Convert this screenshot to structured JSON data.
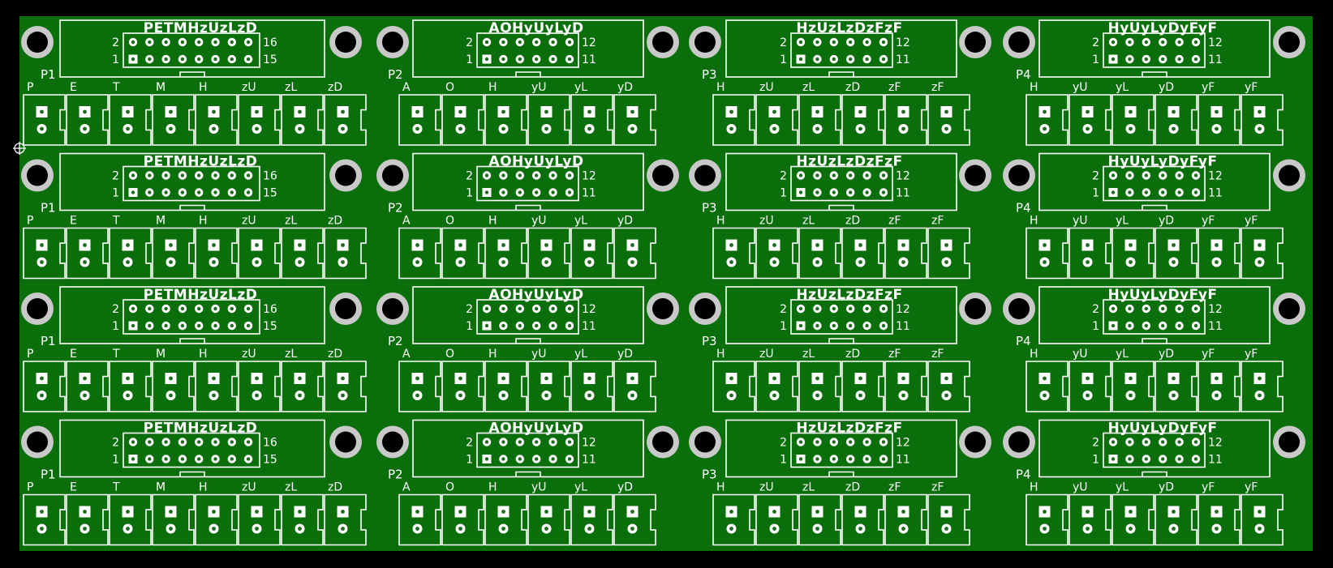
{
  "board": {
    "substrate_color": "#0a6e0a",
    "silkscreen_color": "#ffffff",
    "mount_ring_color": "#c9c9c9",
    "background_color": "#000000",
    "origin_marker_icon": "crosshair-icon",
    "rows": 4
  },
  "columns": [
    {
      "id": "P1",
      "designator": "P1",
      "header_label": "PETMHzUzLzD",
      "pin_count_per_row": 8,
      "pin_label_top_left": "2",
      "pin_label_bottom_left": "1",
      "pin_label_top_right": "16",
      "pin_label_bottom_right": "15",
      "connector_labels": [
        "P",
        "E",
        "T",
        "M",
        "H",
        "zU",
        "zL",
        "zD"
      ]
    },
    {
      "id": "P2",
      "designator": "P2",
      "header_label": "AOHyUyLyD",
      "pin_count_per_row": 6,
      "pin_label_top_left": "2",
      "pin_label_bottom_left": "1",
      "pin_label_top_right": "12",
      "pin_label_bottom_right": "11",
      "connector_labels": [
        "A",
        "O",
        "H",
        "yU",
        "yL",
        "yD"
      ]
    },
    {
      "id": "P3",
      "designator": "P3",
      "header_label": "HzUzLzDzFzF",
      "pin_count_per_row": 6,
      "pin_label_top_left": "2",
      "pin_label_bottom_left": "1",
      "pin_label_top_right": "12",
      "pin_label_bottom_right": "11",
      "connector_labels": [
        "H",
        "zU",
        "zL",
        "zD",
        "zF",
        "zF"
      ]
    },
    {
      "id": "P4",
      "designator": "P4",
      "header_label": "HyUyLyDyFyF",
      "pin_count_per_row": 6,
      "pin_label_top_left": "2",
      "pin_label_bottom_left": "1",
      "pin_label_top_right": "12",
      "pin_label_bottom_right": "11",
      "connector_labels": [
        "H",
        "yU",
        "yL",
        "yD",
        "yF",
        "yF"
      ]
    }
  ]
}
